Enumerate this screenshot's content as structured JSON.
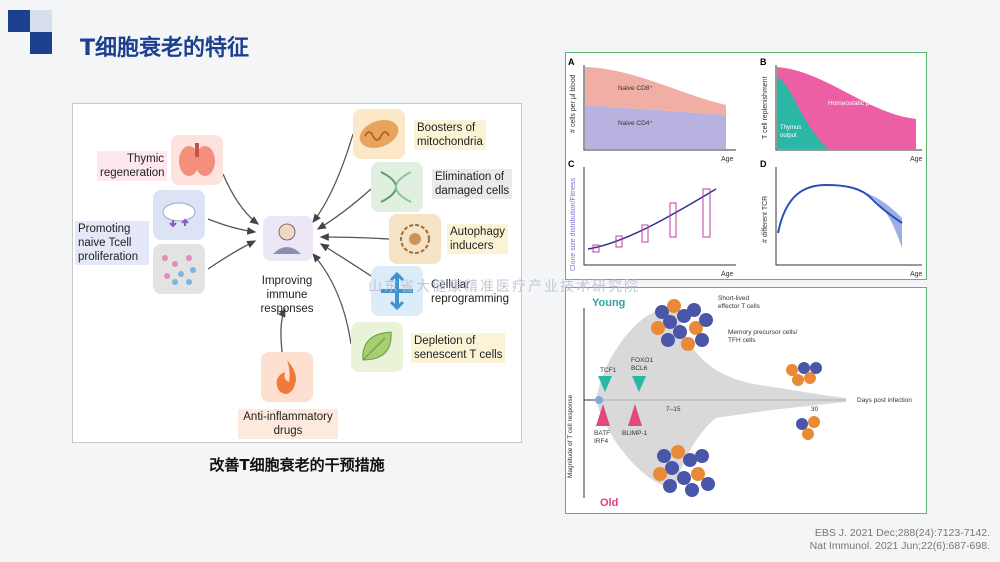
{
  "header": {
    "title": "T细胞衰老的特征"
  },
  "left_figure": {
    "center": [
      "Improving",
      "immune",
      "responses"
    ],
    "interventions": {
      "thymic": [
        "Thymic",
        "regeneration"
      ],
      "naive": [
        "Promoting",
        "naive Tcell",
        "proliferation"
      ],
      "anti_inflam": [
        "Anti-inflammatory",
        "drugs"
      ],
      "mito": [
        "Boosters of",
        "mitochondria"
      ],
      "damaged": [
        "Elimination of",
        "damaged cells"
      ],
      "autophagy": [
        "Autophagy",
        "inducers"
      ],
      "reprog": [
        "Cellular",
        "reprogramming"
      ],
      "senescent": [
        "Depletion of",
        "senescent T cells"
      ]
    },
    "caption": "改善T细胞衰老的干预措施"
  },
  "panel_top": {
    "A": {
      "letter": "A",
      "ylabel": "# cells per μl blood",
      "xlabel": "Age",
      "series": [
        "Naive CD8⁺",
        "Naive CD4⁺"
      ]
    },
    "B": {
      "letter": "B",
      "ylabel": "T cell replenishment",
      "xlabel": "Age",
      "series": [
        "Homeostatic proliferation",
        "Thymus",
        "output"
      ]
    },
    "C": {
      "letter": "C",
      "ylabel": "Clone size distribution/Fitness",
      "xlabel": "Age"
    },
    "D": {
      "letter": "D",
      "ylabel": "# different TCR",
      "xlabel": "Age"
    }
  },
  "panel_bottom": {
    "young": "Young",
    "old": "Old",
    "ylabel": "Magnitude of T cell response",
    "xlabel": "Days post infection",
    "ticks": [
      "7–15",
      "30"
    ],
    "short_lived": [
      "Short-lived",
      "effector T cells"
    ],
    "memory": [
      "Memory precursor cells/",
      "TFH cells"
    ],
    "young_factors": {
      "a": "TCF1",
      "b": [
        "FOXO1",
        "BCL6"
      ]
    },
    "old_factors": {
      "a": [
        "BATF",
        "IRF4"
      ],
      "b": "BLIMP-1"
    }
  },
  "watermark": "山东省大健康精准医疗产业技术研究院",
  "refs": [
    "EBS J. 2021 Dec;288(24):7123-7142.",
    "Nat Immunol. 2021 Jun;22(6):687-698."
  ],
  "colors": {
    "accent": "#1d3f8f",
    "panel_border": "#5db574",
    "pink": "#f07aa0",
    "teal": "#2bb7a6"
  }
}
